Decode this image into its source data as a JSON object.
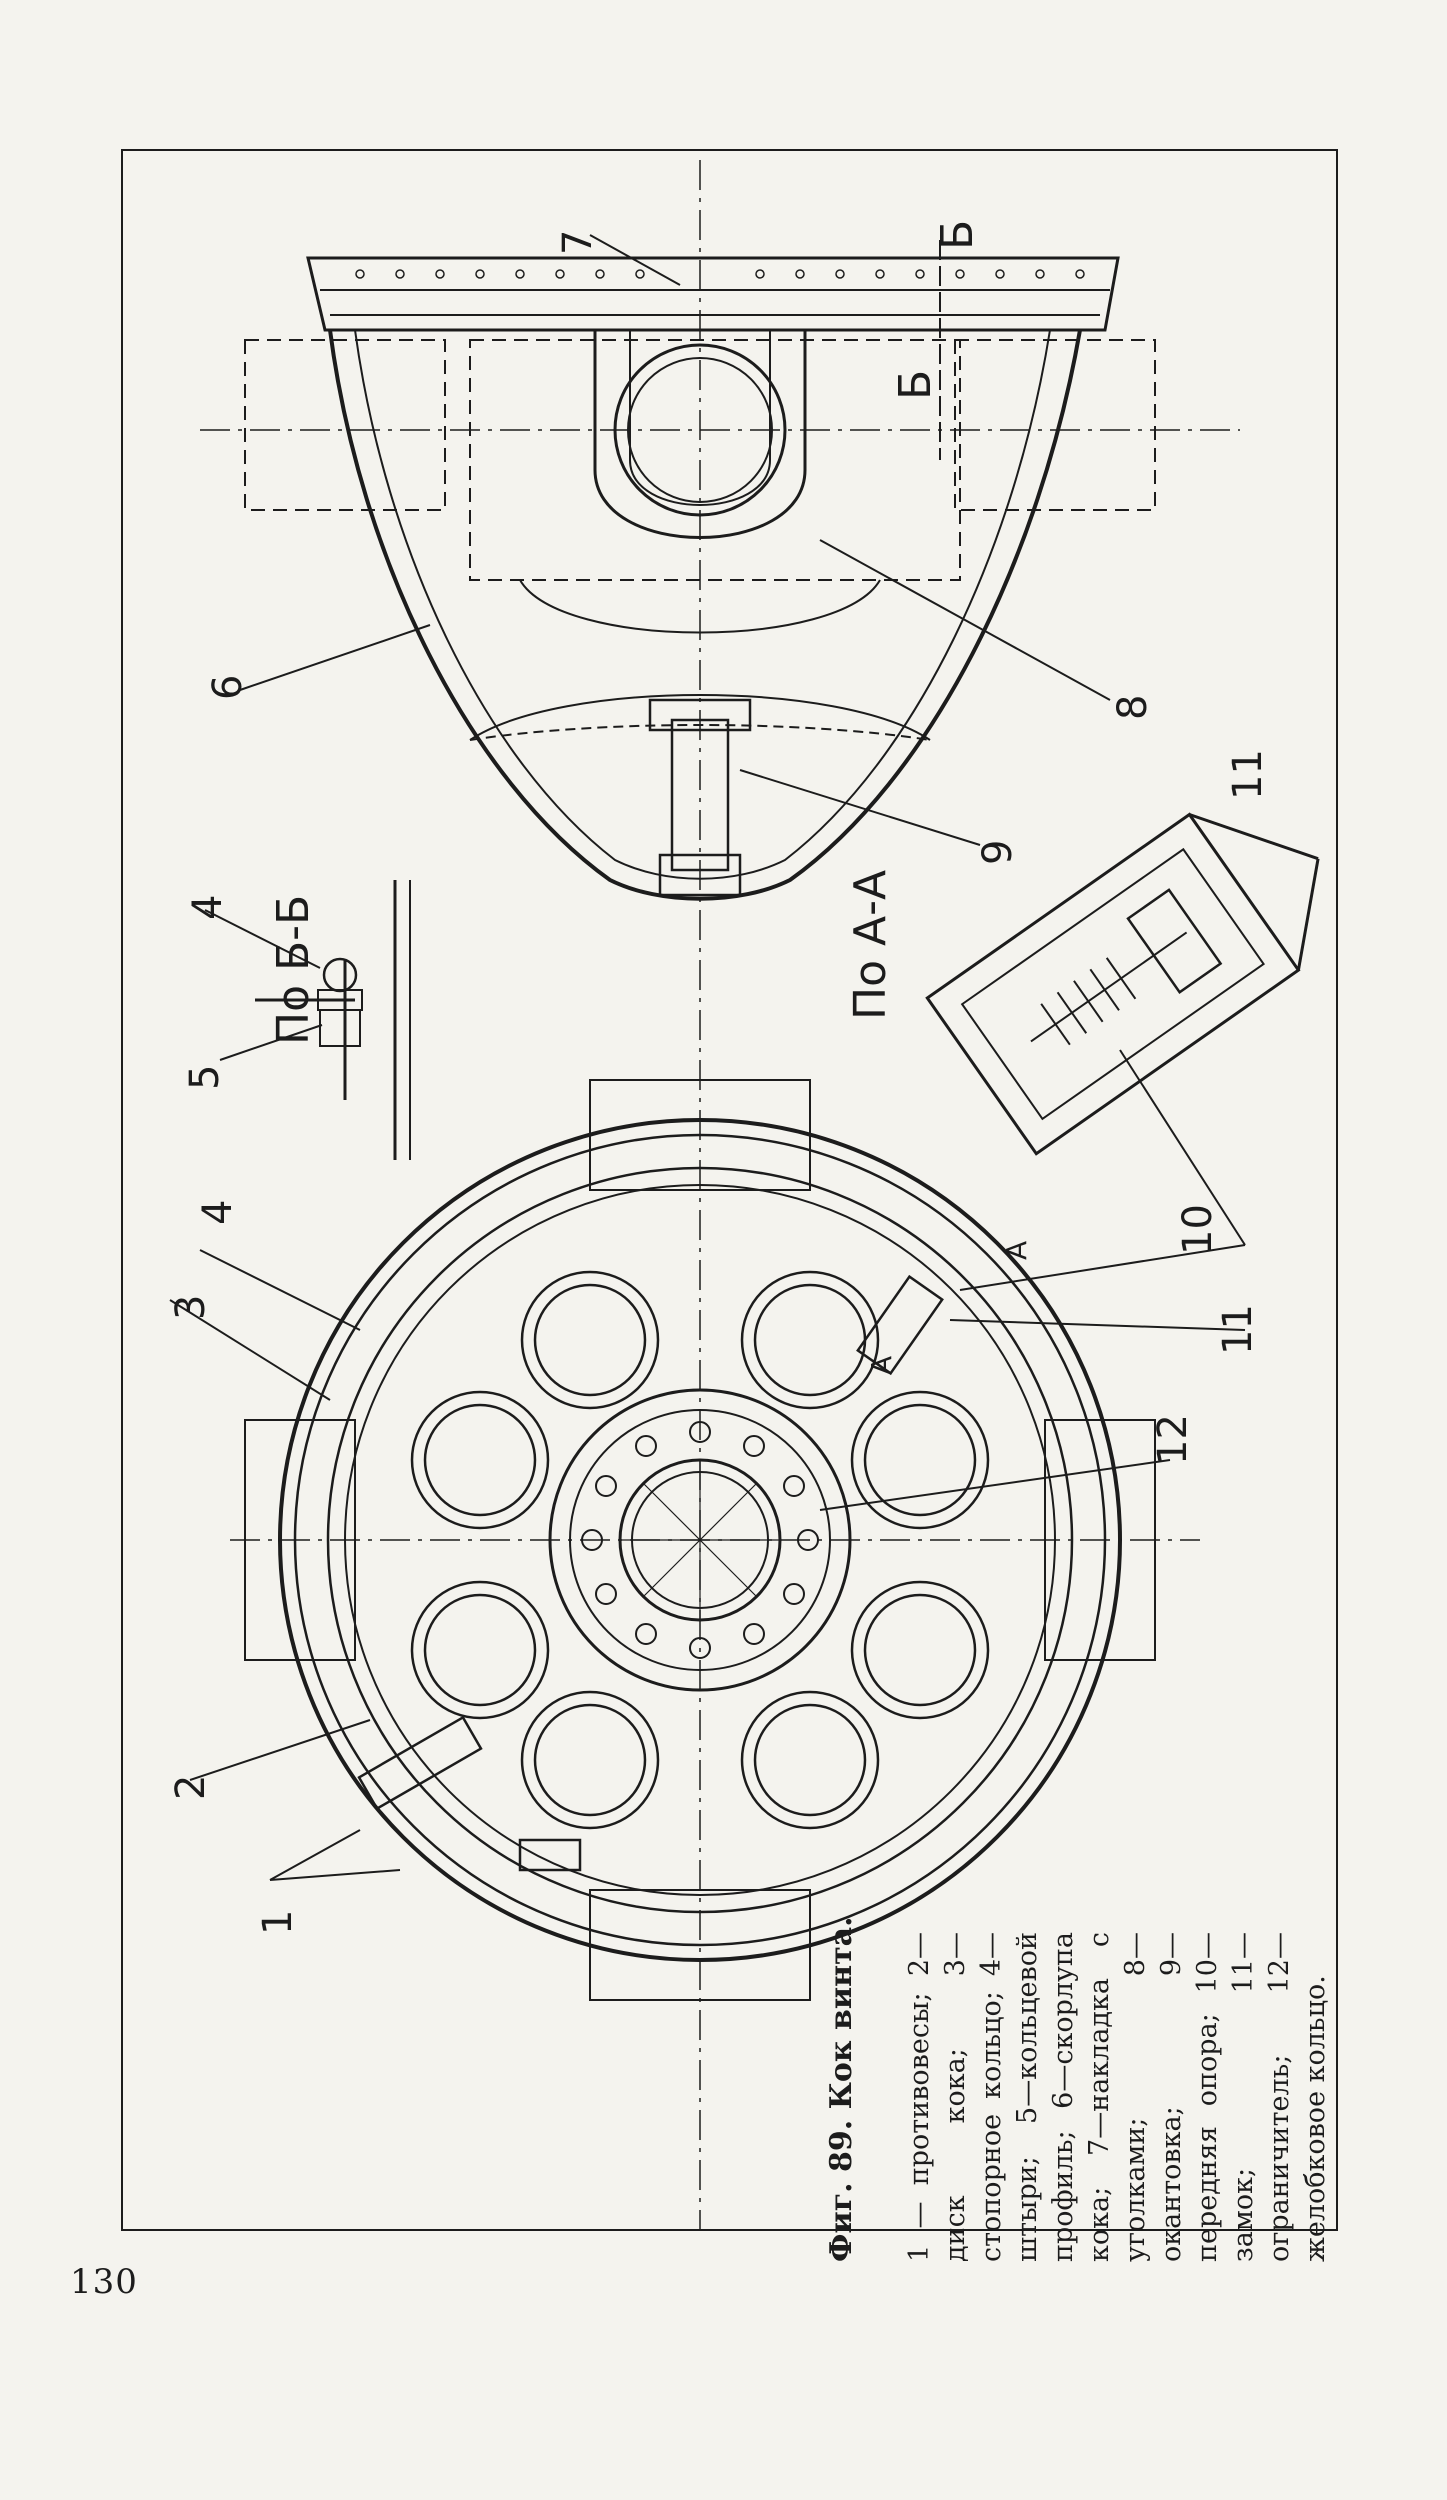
{
  "page": {
    "number": "130"
  },
  "figure": {
    "title": "Фиг. 89. Кок винта.",
    "legend": "1 — противовесы; 2—диск кока; 3—стопорное кольцо; 4—штыри; 5—кольцевой профиль; 6—скорлупа кока; 7—накладка с уголками; 8—окантовка; 9—передняя опора; 10—замок; 11—ограничитель; 12—желобковое кольцо.",
    "views": {
      "section_bb": "По Б-Б",
      "section_aa": "По А-А",
      "cut_b_top": "Б",
      "cut_b_mid": "Б",
      "cut_a_top": "А",
      "cut_a_bottom": "А"
    },
    "callouts": {
      "n1": "1",
      "n2": "2",
      "n3": "3",
      "n4": "4",
      "n4b": "4",
      "n5": "5",
      "n6": "6",
      "n7": "7",
      "n8": "8",
      "n9": "9",
      "n10": "10",
      "n11": "11",
      "n11b": "11",
      "n12": "12"
    }
  },
  "colors": {
    "ink": "#1c1c1c",
    "paper": "#f4f3ee"
  }
}
